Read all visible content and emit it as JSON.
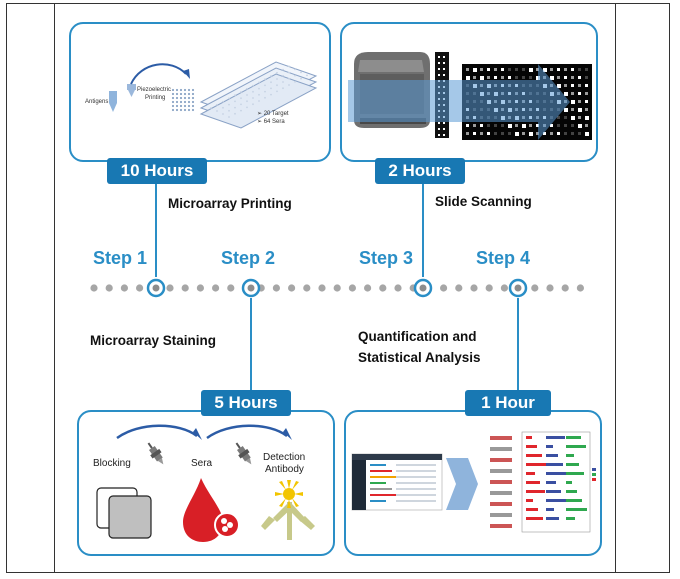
{
  "panels": {
    "printing": {
      "badge": "10 Hours",
      "antigens": "Antigens",
      "piezo": "Piezoelectric",
      "printing": "Printing",
      "bullet1": "➢ 20 Target",
      "bullet2": "➢ 64 Sera"
    },
    "scanning": {
      "badge": "2 Hours"
    },
    "staining": {
      "badge": "5 Hours",
      "blocking": "Blocking",
      "sera": "Sera",
      "detection": "Detection",
      "antibody": "Antibody"
    },
    "analysis": {
      "badge": "1 Hour"
    }
  },
  "steps": {
    "step1": "Step 1",
    "step2": "Step 2",
    "step3": "Step 3",
    "step4": "Step 4"
  },
  "descriptions": {
    "printing": "Microarray Printing",
    "scanning": "Slide Scanning",
    "staining": "Microarray Staining",
    "analysis_line1": "Quantification and",
    "analysis_line2": "Statistical Analysis"
  },
  "colors": {
    "accent": "#2a8ec6",
    "badge": "#1878b3",
    "dots": "#a6a6a6",
    "blood": "#d81f26",
    "antibody": "#c7c98a",
    "star": "#f2c500"
  }
}
